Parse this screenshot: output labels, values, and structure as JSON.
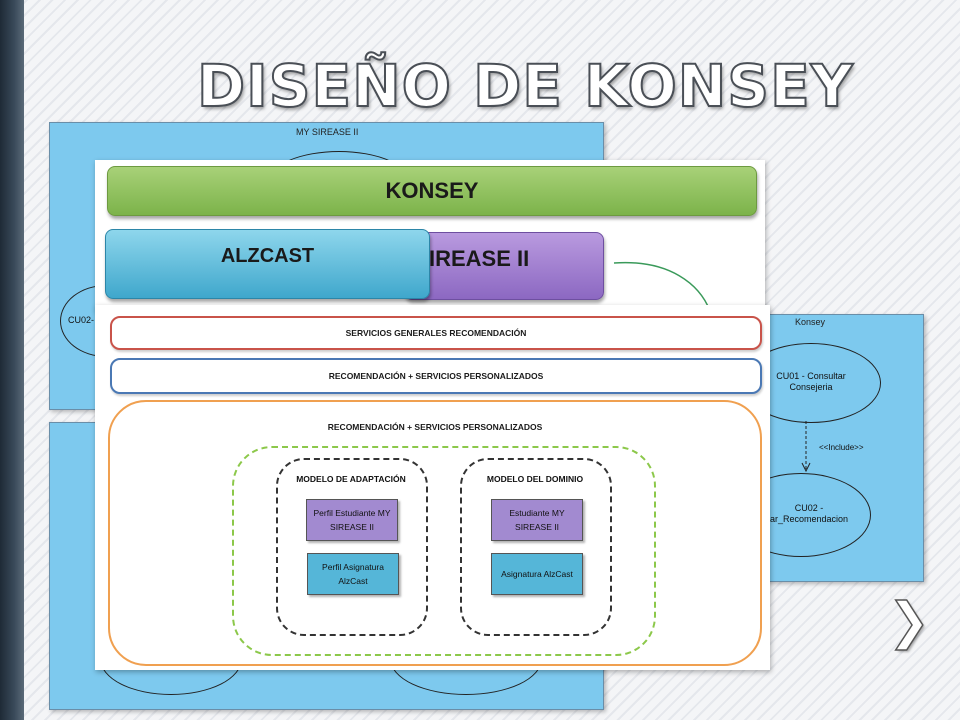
{
  "slide": {
    "title": "DISEÑO DE KONSEY"
  },
  "uml_left_top": {
    "title": "MY SIREASE II",
    "use_case": "CU02-"
  },
  "uml_right": {
    "title": "Konsey",
    "uc1": "CU01 - Consultar Consejeria",
    "include": "<<Include>>",
    "uc2": "CU02 - ar_Recomendacion"
  },
  "layers": {
    "konsey": "KONSEY",
    "sirease": "IREASE II",
    "alzcast": "ALZCAST"
  },
  "services": {
    "general": "SERVICIOS GENERALES RECOMENDACIÓN",
    "personalized": "RECOMENDACIÓN + SERVICIOS PERSONALIZADOS",
    "personalized_2": "RECOMENDACIÓN + SERVICIOS PERSONALIZADOS"
  },
  "adaptation_model": {
    "title": "MODELO DE ADAPTACIÓN",
    "card1": "Perfil Estudiante MY SIREASE II",
    "card2": "Perfil Asignatura AlzCast"
  },
  "domain_model": {
    "title": "MODELO DEL DOMINIO",
    "card1": "Estudiante MY SIREASE II",
    "card2": "Asignatura AlzCast"
  },
  "colors": {
    "uml_blue": "#7dc9ee",
    "green": "#7cb34a",
    "purple": "#8c68c2",
    "blue": "#3fa7cc",
    "orange": "#f0a050"
  },
  "icons": {
    "next": "chevron-right-icon"
  }
}
